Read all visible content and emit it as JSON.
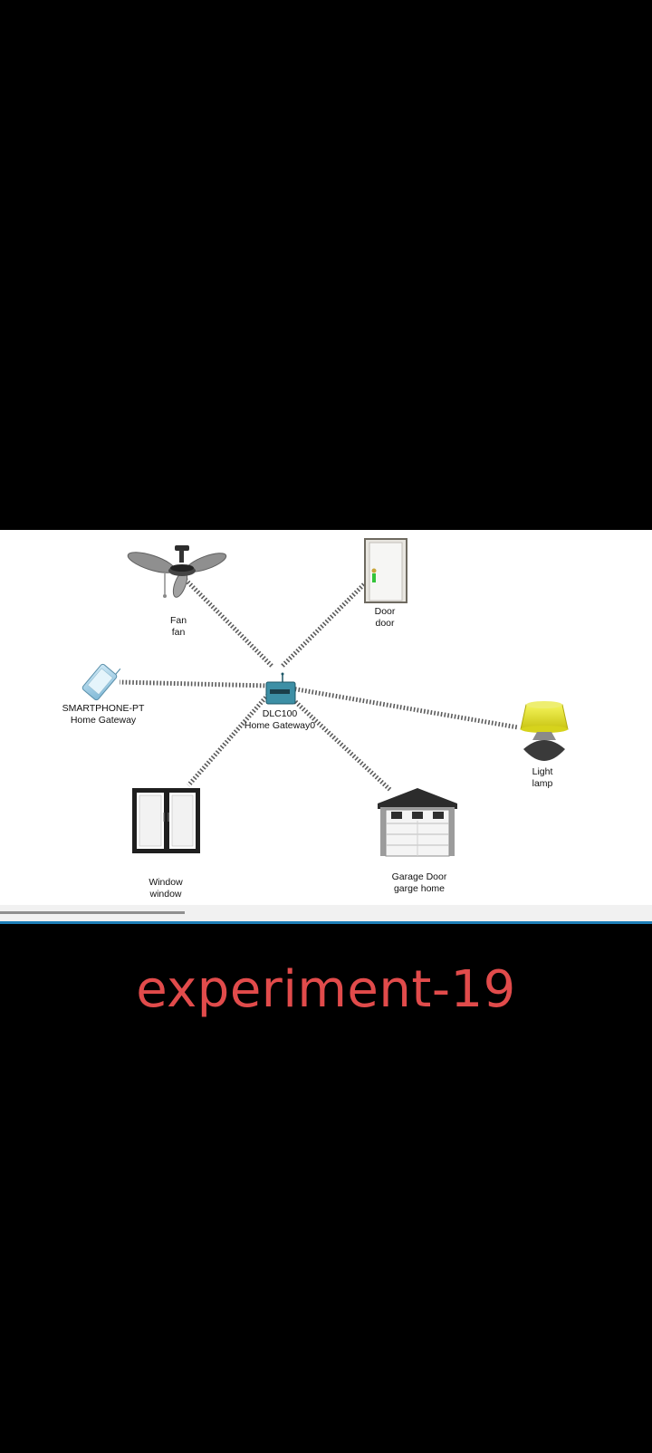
{
  "topology": {
    "devices": {
      "gateway": {
        "model": "DLC100",
        "name": "Home Gateway0"
      },
      "fan": {
        "model": "Fan",
        "name": "fan"
      },
      "door": {
        "model": "Door",
        "name": "door"
      },
      "smartphone": {
        "model": "SMARTPHONE-PT",
        "name": "Home Gateway"
      },
      "light": {
        "model": "Light",
        "name": "lamp"
      },
      "window": {
        "model": "Window",
        "name": "window"
      },
      "garage": {
        "model": "Garage Door",
        "name": "garge home"
      }
    },
    "connection_type": "wireless",
    "link_color": "#555555"
  },
  "caption": {
    "text": "experiment-19",
    "color": "#e14b4b"
  }
}
